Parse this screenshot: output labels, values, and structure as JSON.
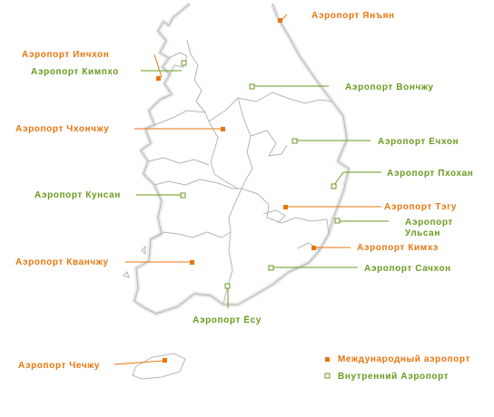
{
  "colors": {
    "international": "#e8760e",
    "domestic": "#6a9a1e",
    "outline": "#b9b9b9",
    "coast_shadow": "#e7e7e7"
  },
  "legend": {
    "international": "Международный аэропорт",
    "domestic": "Внутренний Аэропорт"
  },
  "airports": [
    {
      "id": "yangyang",
      "label": "Аэропорт Янъян",
      "type": "international"
    },
    {
      "id": "incheon",
      "label": "Аэропорт Инчхон",
      "type": "international"
    },
    {
      "id": "gimpo",
      "label": "Аэропорт Кимпхо",
      "type": "domestic"
    },
    {
      "id": "wonju",
      "label": "Аэропорт Вончжу",
      "type": "domestic"
    },
    {
      "id": "cheongju",
      "label": "Аэропорт Чхончжу",
      "type": "international"
    },
    {
      "id": "yecheon",
      "label": "Аэропорт Ечхон",
      "type": "domestic"
    },
    {
      "id": "pohang",
      "label": "Аэропорт Пхохан",
      "type": "domestic"
    },
    {
      "id": "gunsan",
      "label": "Аэропорт Кунсан",
      "type": "domestic"
    },
    {
      "id": "daegu",
      "label": "Аэропорт Тэгу",
      "type": "international"
    },
    {
      "id": "ulsan",
      "label": "Аэропорт Ульсан",
      "type": "domestic"
    },
    {
      "id": "gimhae",
      "label": "Аэропорт Кимхэ",
      "type": "international"
    },
    {
      "id": "gwangju",
      "label": "Аэропорт Кванчжу",
      "type": "international"
    },
    {
      "id": "sacheon",
      "label": "Аэропорт Сачхон",
      "type": "domestic"
    },
    {
      "id": "yeosu",
      "label": "Аэропорт Ёсу",
      "type": "domestic"
    },
    {
      "id": "jeju",
      "label": "Аэропорт Чечжу",
      "type": "international"
    }
  ]
}
